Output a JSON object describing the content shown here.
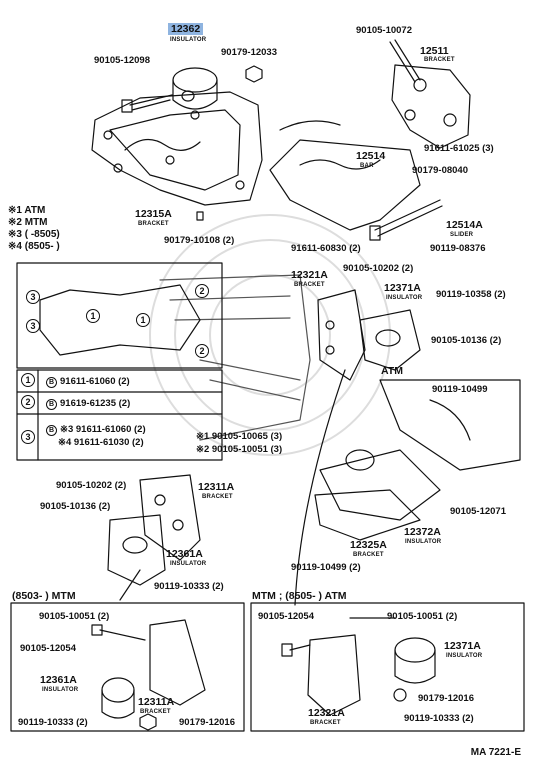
{
  "diagram": {
    "main_part": {
      "number": "12362",
      "name": "INSULATOR",
      "highlight_color": "#8fb4e0"
    },
    "notes": [
      {
        "mark": "※1",
        "text": "ATM"
      },
      {
        "mark": "※2",
        "text": "MTM"
      },
      {
        "mark": "※3",
        "text": "(        -8505)"
      },
      {
        "mark": "※4",
        "text": "(8505-        )"
      }
    ],
    "labels": {
      "p90105_12098": "90105-12098",
      "p90179_12033": "90179-12033",
      "p90105_10072": "90105-10072",
      "p12511": "12511",
      "p12511_sub": "BRACKET",
      "p91611_61025": "91611-61025 (3)",
      "p12514": "12514",
      "p12514_sub": "BAR",
      "p90179_08040": "90179-08040",
      "p12315A": "12315A",
      "p12315A_sub": "BRACKET",
      "p90179_10108": "90179-10108 (2)",
      "p91611_60830": "91611-60830 (2)",
      "p12514A": "12514A",
      "p12514A_sub": "SLIDER",
      "p90119_08376": "90119-08376",
      "p12321A": "12321A",
      "p12321A_sub": "BRACKET",
      "p90105_10202_top": "90105-10202 (2)",
      "p12371A": "12371A",
      "p12371A_sub": "INSULATOR",
      "p90119_10358": "90119-10358 (2)",
      "p90105_10136_r": "90105-10136 (2)",
      "atm_label": "ATM",
      "p90119_10499": "90119-10499",
      "p90105_10065": "※1 90105-10065 (3)",
      "p90105_10051_3": "※2 90105-10051 (3)",
      "p90105_10202_l": "90105-10202 (2)",
      "p12311A": "12311A",
      "p12311A_sub": "BRACKET",
      "p90105_10136_l": "90105-10136 (2)",
      "p12361A": "12361A",
      "p12361A_sub": "INSULATOR",
      "p90119_10333": "90119-10333 (2)",
      "p12372A": "12372A",
      "p12372A_sub": "INSULATOR",
      "p90105_12071": "90105-12071",
      "p12325A": "12325A",
      "p12325A_sub": "BRACKET",
      "p90119_10499_2": "90119-10499 (2)",
      "bl_header": "(8503-        ) MTM",
      "br_header": "MTM ; (8505-        ) ATM",
      "bl_90105_10051": "90105-10051 (2)",
      "bl_90105_12054": "90105-12054",
      "bl_12361A": "12361A",
      "bl_12361A_sub": "INSULATOR",
      "bl_12311A": "12311A",
      "bl_12311A_sub": "BRACKET",
      "bl_90119_10333": "90119-10333 (2)",
      "bl_90179_12016": "90179-12016",
      "br_90105_12054": "90105-12054",
      "br_90105_10051": "90105-10051 (2)",
      "br_12371A": "12371A",
      "br_12371A_sub": "INSULATOR",
      "br_12321A": "12321A",
      "br_12321A_sub": "BRACKET",
      "br_90179_12016": "90179-12016",
      "br_90119_10333": "90119-10333 (2)"
    },
    "bolt_table": [
      {
        "key": "1",
        "part": "91611-61060 (2)"
      },
      {
        "key": "2",
        "part": "91619-61235 (2)"
      },
      {
        "key": "3",
        "part": "※3 91611-61060 (2)",
        "part2": "※4 91611-61030 (2)"
      }
    ],
    "reference": "MA 7221-E"
  }
}
